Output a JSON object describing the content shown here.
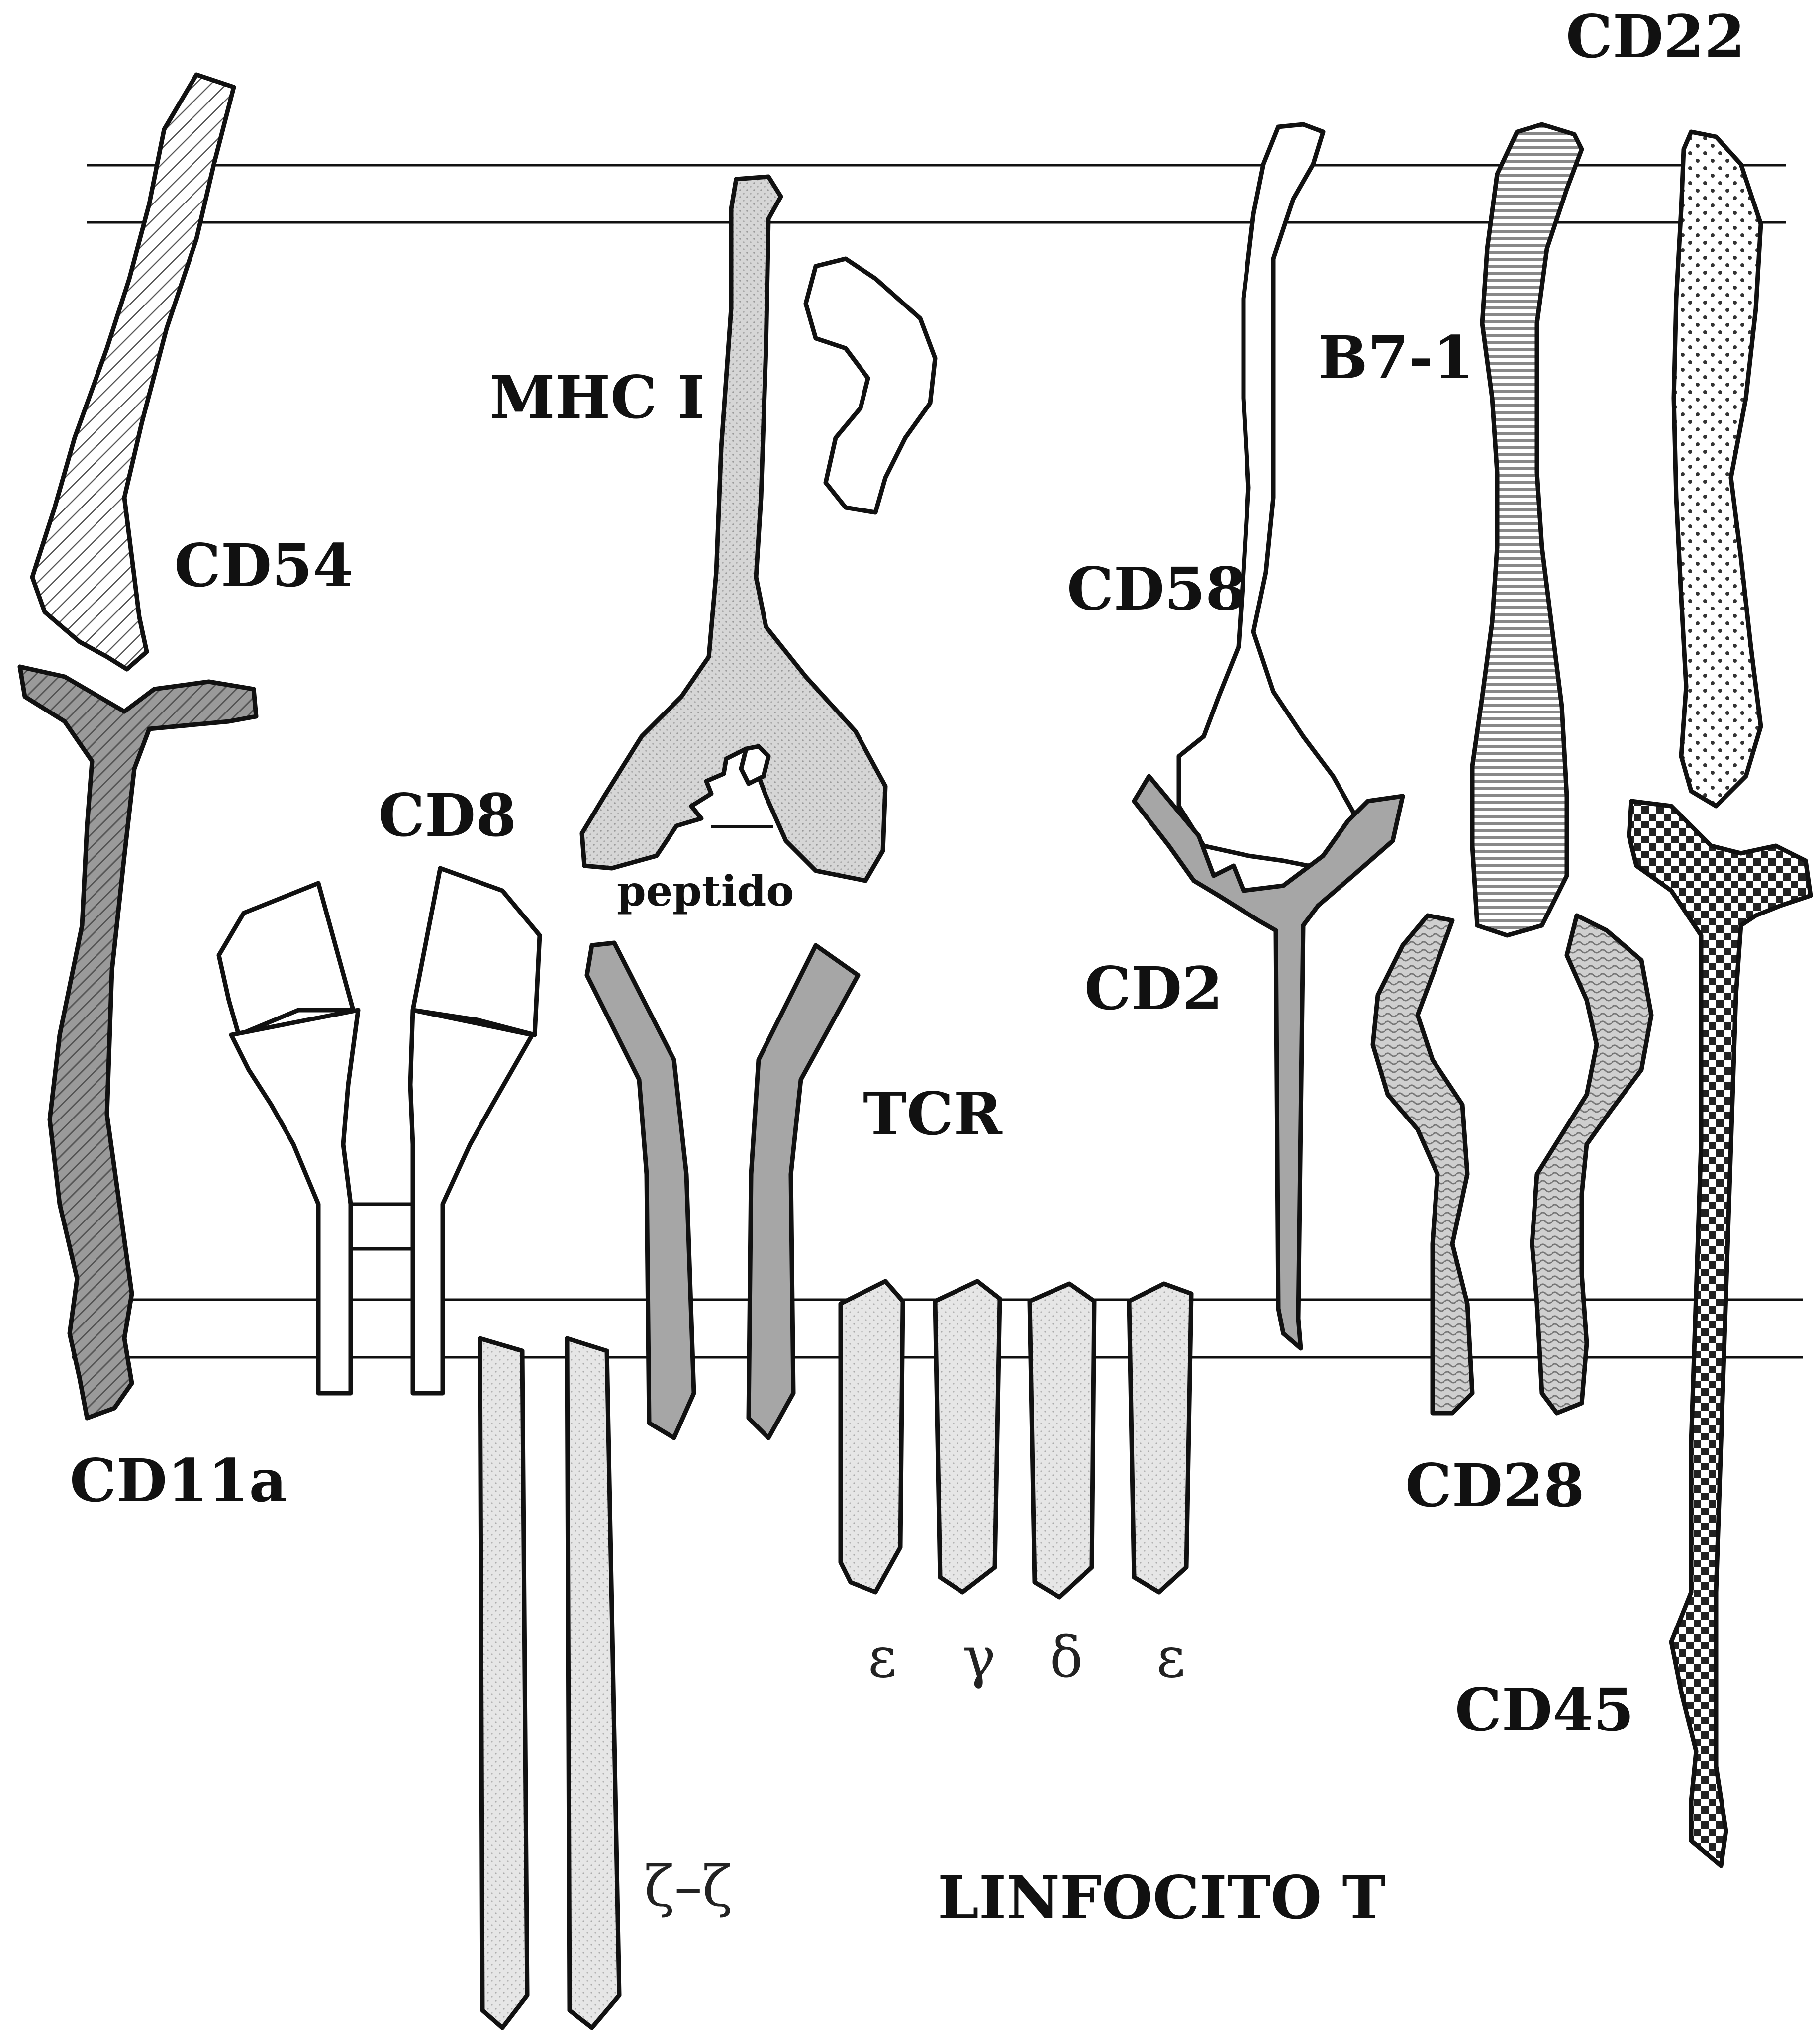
{
  "labels": {
    "cd22": "CD22",
    "cd54": "CD54",
    "mhc1": "MHC I",
    "b71": "B7-1",
    "cd58": "CD58",
    "cd8": "CD8",
    "peptide": "peptido",
    "cd2": "CD2",
    "tcr": "TCR",
    "cd11a": "CD11a",
    "cd28": "CD28",
    "cd45": "CD45",
    "cell": "LINFOCITO T"
  },
  "greek": {
    "epsilon1": "ε",
    "gamma": "γ",
    "delta": "δ",
    "epsilon2": "ε",
    "zeta": "ζ–ζ"
  },
  "colors": {
    "background": "#ffffff",
    "outline": "#111111",
    "light_gray": "#dedede",
    "medium_gray": "#c9c9c9",
    "dark_gray": "#a7a7a7"
  }
}
